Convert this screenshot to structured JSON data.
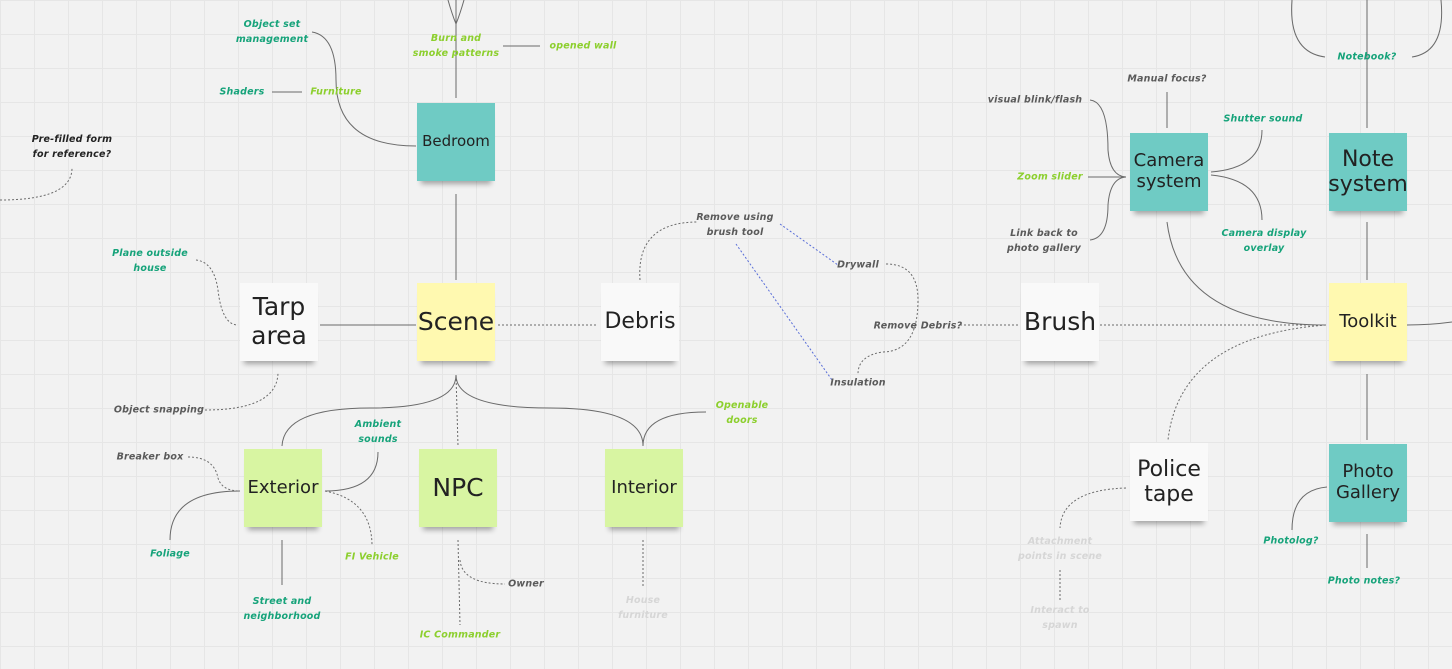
{
  "colors": {
    "teal_sticky": "#6fcbc4",
    "yellow_sticky": "#fff9b0",
    "green_sticky": "#d8f5a2",
    "white_sticky": "#f9f9f9",
    "note_green": "#16a37a",
    "note_lime": "#8ccf2d",
    "note_gray": "#5a5a5a",
    "note_faint": "#d6d6d6"
  },
  "stickies": {
    "bedroom": "Bedroom",
    "tarp_area": "Tarp\narea",
    "scene": "Scene",
    "debris": "Debris",
    "exterior": "Exterior",
    "npc": "NPC",
    "interior": "Interior",
    "camera_system": "Camera\nsystem",
    "note_system": "Note\nsystem",
    "brush": "Brush",
    "toolkit": "Toolkit",
    "police_tape": "Police\ntape",
    "photo_gallery": "Photo\nGallery"
  },
  "notes": {
    "object_set_management": "Object set\nmanagement",
    "shaders": "Shaders",
    "furniture": "Furniture",
    "burn_smoke": "Burn and\nsmoke patterns",
    "opened_wall": "opened wall",
    "prefilled_form": "Pre-filled form\nfor reference?",
    "plane_outside_house": "Plane outside\nhouse",
    "object_snapping": "Object snapping",
    "ambient_sounds": "Ambient\nsounds",
    "breaker_box": "Breaker box",
    "foliage": "Foliage",
    "fi_vehicle": "FI Vehicle",
    "street_neighborhood": "Street and\nneighborhood",
    "owner": "Owner",
    "ic_commander": "IC Commander",
    "house_furniture": "House\nfurniture",
    "openable_doors": "Openable\ndoors",
    "remove_brush_tool": "Remove using\nbrush tool",
    "drywall": "Drywall",
    "remove_debris": "Remove Debris?",
    "insulation": "Insulation",
    "manual_focus": "Manual focus?",
    "visual_blink": "visual blink/flash",
    "shutter_sound": "Shutter sound",
    "zoom_slider": "Zoom slider",
    "link_back_gallery": "Link back to\nphoto gallery",
    "camera_display_overlay": "Camera display\noverlay",
    "notebook": "Notebook?",
    "attachment_points": "Attachment\npoints in scene",
    "interact_to_spawn": "Interact to\nspawn",
    "photolog": "Photolog?",
    "photo_notes": "Photo notes?"
  }
}
